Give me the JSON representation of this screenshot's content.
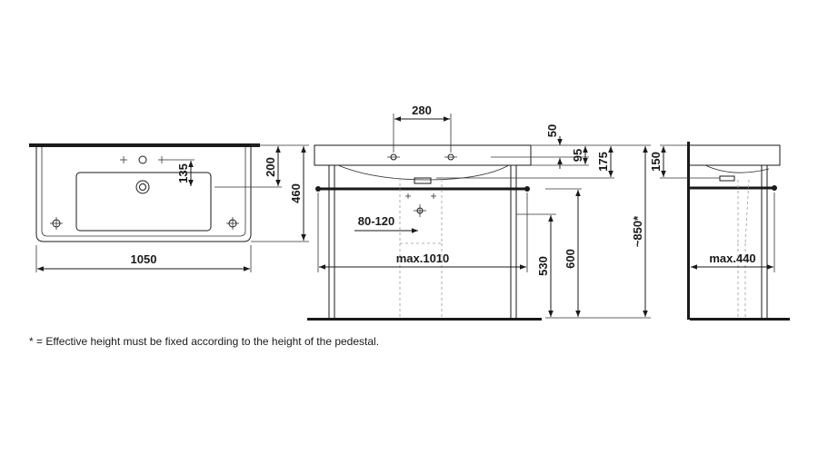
{
  "dimensions": {
    "top_width": "1050",
    "top_depth": "460",
    "top_tap_offset": "200",
    "top_bowl_offset": "135",
    "front_tap_spacing": "280",
    "front_rim": "50",
    "front_95": "95",
    "front_175": "175",
    "front_trap": "80-120",
    "front_530": "530",
    "front_600": "600",
    "front_height": "~850*",
    "front_max_width": "max.1010",
    "side_150": "150",
    "side_max_depth": "max.440"
  },
  "footnote": "* = Effective height must be fixed according to the height of the pedestal."
}
